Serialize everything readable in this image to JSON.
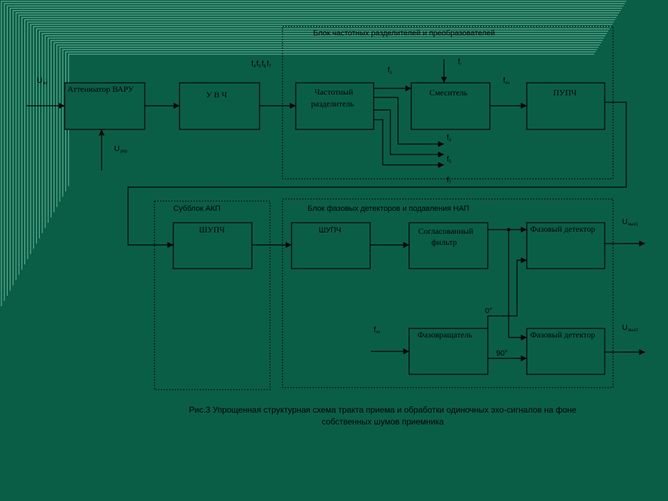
{
  "regions": {
    "freq_block": "Блок частотных разделителей и преобразователей",
    "akp_subblock": "Субблок АКП",
    "phase_block": "Блок фазовых детекторов и подавления НАП"
  },
  "blocks": {
    "attenuator": "Аттенюатор ВАРУ",
    "uvch": "У В Ч",
    "freq_splitter_1": "Частотный",
    "freq_splitter_2": "разделитель",
    "mixer": "Смеситель",
    "pupch": "ПУПЧ",
    "shupch_akp": "ШУПЧ",
    "shupch": "ШУПЧ",
    "matched_filter_1": "Согласованный",
    "matched_filter_2": "фильтр",
    "phase_detector_1": "Фазовый детектор",
    "phase_detector_2": "Фазовый детектор",
    "phase_shifter": "Фазовращатель"
  },
  "signals": {
    "u_input": {
      "main": "U",
      "sub": "вх"
    },
    "u_control": {
      "main": "U",
      "sub": "упр."
    },
    "f_group": [
      "f",
      "4",
      "f",
      "5",
      "f",
      "6",
      "f",
      "7"
    ],
    "f1": {
      "main": "f",
      "sub": "1"
    },
    "fg": {
      "main": "f",
      "sub": "г"
    },
    "fpch_top": {
      "main": "f",
      "sub": "пч"
    },
    "f3": {
      "main": "f",
      "sub": "3"
    },
    "f5": {
      "main": "f",
      "sub": "5"
    },
    "f7": {
      "main": "f",
      "sub": "7"
    },
    "u_out1": {
      "main": "U",
      "sub": "вых1"
    },
    "u_out2": {
      "main": "U",
      "sub": "вых2"
    },
    "fpch_bottom": {
      "main": "f",
      "sub": "пч"
    },
    "deg0": "0°",
    "deg90": "90°"
  },
  "caption": {
    "line1": "Рис.3 Упрощенная структурная схема тракта приема и обработки одиночных эхо-сигналов на фоне",
    "line2": "собственных шумов приемника"
  },
  "colors": {
    "background": "#0b5e46",
    "decor_lines": "#8fd9bd",
    "ink": "#000000"
  }
}
